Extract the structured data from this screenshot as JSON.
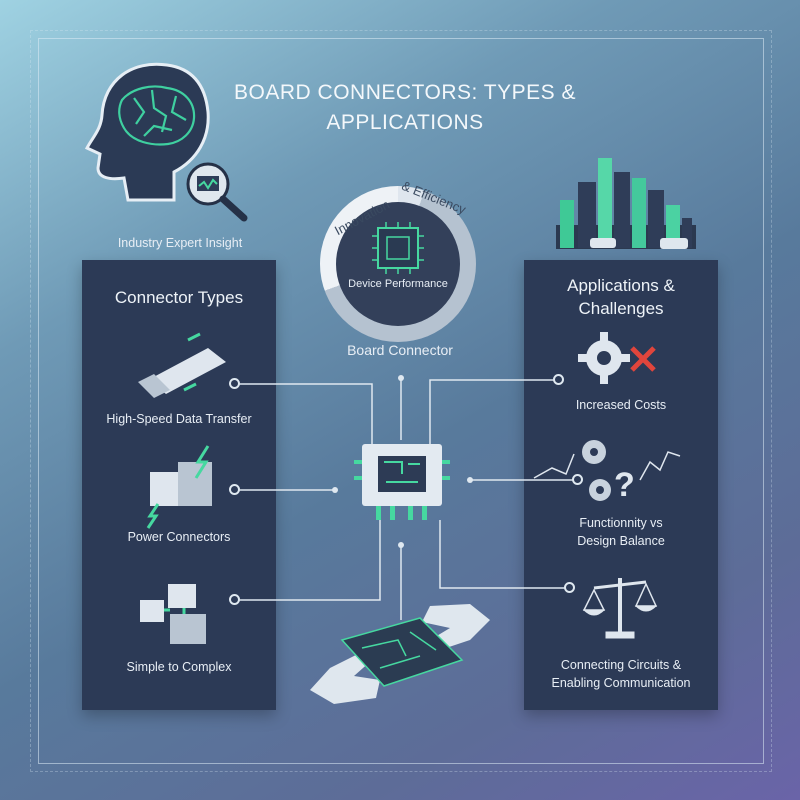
{
  "title": "BOARD CONNECTORS: TYPES & APPLICATIONS",
  "header_left": {
    "caption": "Industry Expert Insight",
    "icon": "brain-head-icon"
  },
  "hub": {
    "ring_text_left": "Innovation",
    "ring_text_right": "& Efficiency",
    "inner_label": "Device Performance",
    "caption": "Board Connector",
    "icon": "chip-icon"
  },
  "left_panel": {
    "heading": "Connector Types",
    "items": [
      {
        "label": "High-Speed Data Transfer",
        "icon": "usb-plug-icon"
      },
      {
        "label": "Power Connectors",
        "icon": "power-connector-icon"
      },
      {
        "label": "Simple to Complex",
        "icon": "cubes-icon"
      }
    ]
  },
  "right_panel": {
    "heading_line1": "Applications &",
    "heading_line2": "Challenges",
    "items": [
      {
        "label": "Increased Costs",
        "icon": "gear-x-icon"
      },
      {
        "label_line1": "Functionnity vs",
        "label_line2": "Design Balance",
        "icon": "gears-question-icon"
      },
      {
        "label_line1": "Connecting Circuits &",
        "label_line2": "Enabling Communication",
        "icon": "balance-scale-icon"
      }
    ]
  },
  "colors": {
    "accent_green": "#46d8a0",
    "panel": "#2c3a56",
    "red_x": "#e0453c"
  }
}
